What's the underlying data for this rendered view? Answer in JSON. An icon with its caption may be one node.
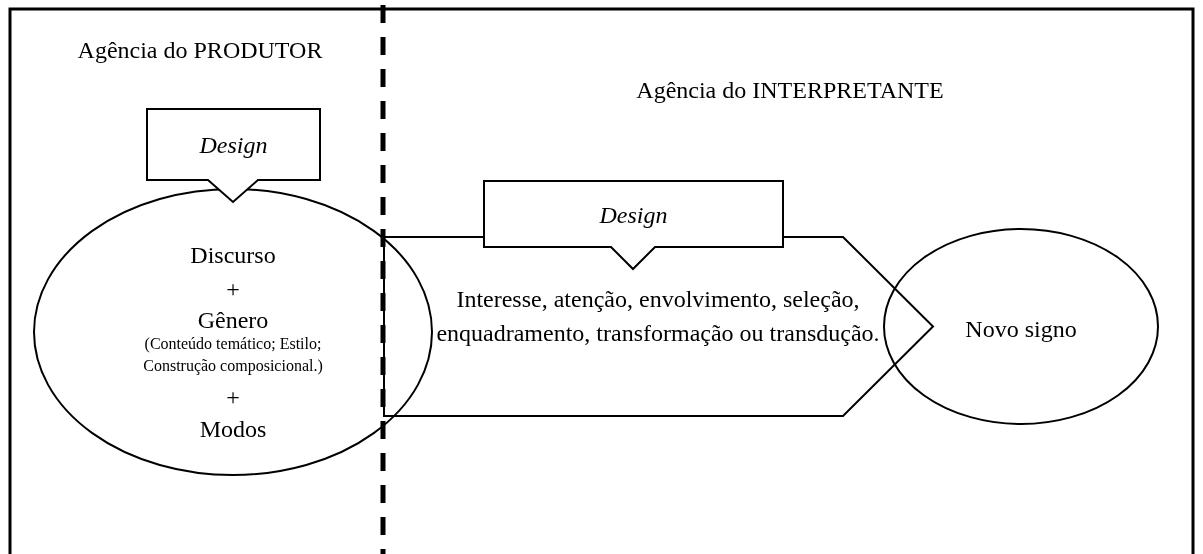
{
  "diagram": {
    "nodes": [
      {
        "text": [
          "Design"
        ]
      },
      {
        "text": [
          "Discurso",
          "+",
          "Gênero",
          "(Conteúdo temático; Estilo; Construção composicional.)",
          "+",
          "Modos"
        ]
      },
      {
        "text": [
          "Interesse, atenção, envolvimento, seleção, enquadramento, transformação ou transdução."
        ]
      },
      {
        "text": [
          "Design"
        ]
      },
      {
        "text": [
          "Novo signo"
        ]
      }
    ],
    "labels": [
      "Agência do PRODUTOR",
      "Agência do INTERPRETANTE"
    ]
  }
}
